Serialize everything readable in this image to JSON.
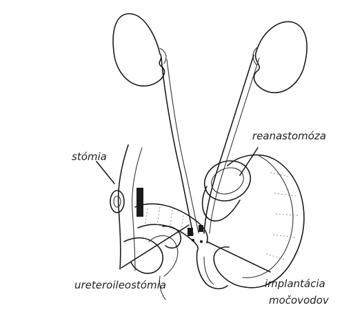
{
  "labels": {
    "stoma": "stómia",
    "reanastomosis": "reanastomóza",
    "ureteroileostomy": "ureteroileostómia",
    "ureter_implantation_line1": "implantácia",
    "ureter_implantation_line2": "močovodov"
  }
}
